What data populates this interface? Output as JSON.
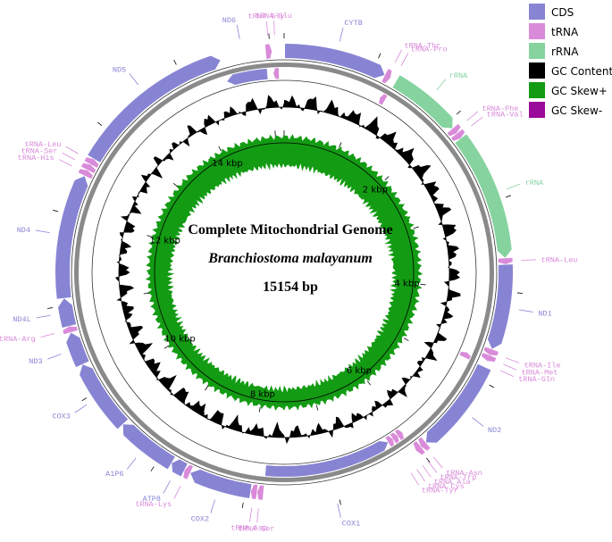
{
  "title": {
    "line1": "Complete Mitochondrial Genome",
    "line2": "Branchiostoma malayanum",
    "line3": "15154 bp"
  },
  "genome_length": 15154,
  "colors": {
    "cds": "#8884d4",
    "trna": "#d98bd9",
    "rrna": "#86d3a0",
    "gc_content": "#000000",
    "gc_skew_pos": "#139b13",
    "gc_skew_neg": "#9b0b9b",
    "backbone": "#8a8a8a"
  },
  "legend": [
    {
      "label": "CDS",
      "color": "#8884d4"
    },
    {
      "label": "tRNA",
      "color": "#d98bd9"
    },
    {
      "label": "rRNA",
      "color": "#86d3a0"
    },
    {
      "label": "GC Content",
      "color": "#000000"
    },
    {
      "label": "GC Skew+",
      "color": "#139b13"
    },
    {
      "label": "GC Skew-",
      "color": "#9b0b9b"
    }
  ],
  "tick_labels": [
    {
      "text": "2 kbp",
      "pos": 2000
    },
    {
      "text": "4 kbp",
      "pos": 4000
    },
    {
      "text": "6 kbp",
      "pos": 6000
    },
    {
      "text": "8 kbp",
      "pos": 8000
    },
    {
      "text": "10 kbp",
      "pos": 10000
    },
    {
      "text": "12 kbp",
      "pos": 12000
    },
    {
      "text": "14 kbp",
      "pos": 14000
    }
  ],
  "features": [
    {
      "name": "CYTB",
      "type": "cds",
      "strand": "+",
      "start": 10,
      "end": 1135
    },
    {
      "name": "tRNA-Thr",
      "type": "trna",
      "strand": "+",
      "start": 1140,
      "end": 1205
    },
    {
      "name": "tRNA-Pro",
      "type": "trna",
      "strand": "-",
      "start": 1210,
      "end": 1275
    },
    {
      "name": "rRNA",
      "type": "rrna",
      "strand": "+",
      "start": 1280,
      "end": 2080
    },
    {
      "name": "tRNA-Phe",
      "type": "trna",
      "strand": "+",
      "start": 2085,
      "end": 2150
    },
    {
      "name": "tRNA-Val",
      "type": "trna",
      "strand": "+",
      "start": 2155,
      "end": 2220
    },
    {
      "name": "rRNA",
      "type": "rrna",
      "strand": "+",
      "start": 2225,
      "end": 3630
    },
    {
      "name": "tRNA-Leu",
      "type": "trna",
      "strand": "+",
      "start": 3635,
      "end": 3700
    },
    {
      "name": "ND1",
      "type": "cds",
      "strand": "+",
      "start": 3705,
      "end": 4640
    },
    {
      "name": "tRNA-Ile",
      "type": "trna",
      "strand": "+",
      "start": 4645,
      "end": 4710
    },
    {
      "name": "tRNA-Met",
      "type": "trna",
      "strand": "+",
      "start": 4715,
      "end": 4780
    },
    {
      "name": "tRNA-Gln",
      "type": "trna",
      "strand": "-",
      "start": 4785,
      "end": 4850
    },
    {
      "name": "ND2",
      "type": "cds",
      "strand": "+",
      "start": 4855,
      "end": 5900
    },
    {
      "name": "tRNA-Asn",
      "type": "trna",
      "strand": "+",
      "start": 5905,
      "end": 5970
    },
    {
      "name": "tRNA-Trp",
      "type": "trna",
      "strand": "+",
      "start": 5975,
      "end": 6040
    },
    {
      "name": "tRNA Ala",
      "type": "trna",
      "strand": "-",
      "start": 6045,
      "end": 6110
    },
    {
      "name": "tRNA Cys",
      "type": "trna",
      "strand": "-",
      "start": 6115,
      "end": 6180
    },
    {
      "name": "tRNA-Tyr",
      "type": "trna",
      "strand": "-",
      "start": 6185,
      "end": 6250
    },
    {
      "name": "COX1",
      "type": "cds",
      "strand": "-",
      "start": 6255,
      "end": 7800
    },
    {
      "name": "tRNA Ser",
      "type": "trna",
      "strand": "+",
      "start": 7805,
      "end": 7870
    },
    {
      "name": "tRNA Asp",
      "type": "trna",
      "strand": "+",
      "start": 7875,
      "end": 7940
    },
    {
      "name": "COX2",
      "type": "cds",
      "strand": "+",
      "start": 7945,
      "end": 8630
    },
    {
      "name": "tRNA-Lys",
      "type": "trna",
      "strand": "+",
      "start": 8635,
      "end": 8700
    },
    {
      "name": "ATP8",
      "type": "cds",
      "strand": "+",
      "start": 8705,
      "end": 8860
    },
    {
      "name": "A1P6",
      "type": "cds",
      "strand": "+",
      "start": 8865,
      "end": 9540
    },
    {
      "name": "COX3",
      "type": "cds",
      "strand": "+",
      "start": 9545,
      "end": 10330
    },
    {
      "name": "ND3",
      "type": "cds",
      "strand": "+",
      "start": 10335,
      "end": 10700
    },
    {
      "name": "tRNA-Arg",
      "type": "trna",
      "strand": "+",
      "start": 10705,
      "end": 10770
    },
    {
      "name": "ND4L",
      "type": "cds",
      "strand": "+",
      "start": 10775,
      "end": 11080
    },
    {
      "name": "ND4",
      "type": "cds",
      "strand": "+",
      "start": 11085,
      "end": 12450
    },
    {
      "name": "tRNA-His",
      "type": "trna",
      "strand": "+",
      "start": 12455,
      "end": 12520
    },
    {
      "name": "tRNA-Ser",
      "type": "trna",
      "strand": "+",
      "start": 12525,
      "end": 12590
    },
    {
      "name": "tRNA-Leu",
      "type": "trna",
      "strand": "+",
      "start": 12595,
      "end": 12660
    },
    {
      "name": "ND5",
      "type": "cds",
      "strand": "+",
      "start": 12665,
      "end": 14450
    },
    {
      "name": "ND6",
      "type": "cds",
      "strand": "-",
      "start": 14455,
      "end": 14950
    },
    {
      "name": "tRNA Gly",
      "type": "trna",
      "strand": "+",
      "start": 14955,
      "end": 15020
    },
    {
      "name": "tRNA-Glu",
      "type": "trna",
      "strand": "-",
      "start": 15025,
      "end": 15090
    }
  ],
  "outer_labels": [
    {
      "text": "CYTB",
      "type": "cds",
      "pos": 570
    },
    {
      "text": "tRNA-Thr",
      "type": "trna",
      "pos": 1172
    },
    {
      "text": "tRNA-Pro",
      "type": "trna",
      "pos": 1242
    },
    {
      "text": "rRNA",
      "type": "rrna",
      "pos": 1680
    },
    {
      "text": "tRNA-Phe",
      "type": "trna",
      "pos": 2117
    },
    {
      "text": "tRNA-Val",
      "type": "trna",
      "pos": 2187
    },
    {
      "text": "rRNA",
      "type": "rrna",
      "pos": 2925
    },
    {
      "text": "tRNA-Leu",
      "type": "trna",
      "pos": 3667
    },
    {
      "text": "ND1",
      "type": "cds",
      "pos": 4170
    },
    {
      "text": "tRNA-Ile",
      "type": "trna",
      "pos": 4677
    },
    {
      "text": "tRNA-Met",
      "type": "trna",
      "pos": 4747
    },
    {
      "text": "tRNA-Gln",
      "type": "trna",
      "pos": 4817
    },
    {
      "text": "ND2",
      "type": "cds",
      "pos": 5375
    },
    {
      "text": "tRNA-Asn",
      "type": "trna",
      "pos": 5937
    },
    {
      "text": "tRNA-Trp",
      "type": "trna",
      "pos": 6007
    },
    {
      "text": "tRNA Ala",
      "type": "trna",
      "pos": 6077
    },
    {
      "text": "tRNA Cys",
      "type": "trna",
      "pos": 6147
    },
    {
      "text": "tRNA-Tyr",
      "type": "trna",
      "pos": 6217
    },
    {
      "text": "COX1",
      "type": "cds",
      "pos": 7030
    },
    {
      "text": "tRNA Ser",
      "type": "trna",
      "pos": 7837
    },
    {
      "text": "tRNA Asp",
      "type": "trna",
      "pos": 7907
    },
    {
      "text": "COX2",
      "type": "cds",
      "pos": 8290
    },
    {
      "text": "tRNA-Lys",
      "type": "trna",
      "pos": 8667
    },
    {
      "text": "ATP8",
      "type": "cds",
      "pos": 8782
    },
    {
      "text": "A1P6",
      "type": "cds",
      "pos": 9200
    },
    {
      "text": "COX3",
      "type": "cds",
      "pos": 9940
    },
    {
      "text": "ND3",
      "type": "cds",
      "pos": 10517
    },
    {
      "text": "tRNA-Arg",
      "type": "trna",
      "pos": 10737
    },
    {
      "text": "ND4L",
      "type": "cds",
      "pos": 10927
    },
    {
      "text": "ND4",
      "type": "cds",
      "pos": 11770
    },
    {
      "text": "tRNA-His",
      "type": "trna",
      "pos": 12487
    },
    {
      "text": "tRNA-Ser",
      "type": "trna",
      "pos": 12557
    },
    {
      "text": "tRNA-Leu",
      "type": "trna",
      "pos": 12627
    },
    {
      "text": "ND5",
      "type": "cds",
      "pos": 13560
    },
    {
      "text": "ND6",
      "type": "cds",
      "pos": 14700
    },
    {
      "text": "tRNA Gly",
      "type": "trna",
      "pos": 14987
    },
    {
      "text": "tRNA-Glu",
      "type": "trna",
      "pos": 15057
    }
  ]
}
